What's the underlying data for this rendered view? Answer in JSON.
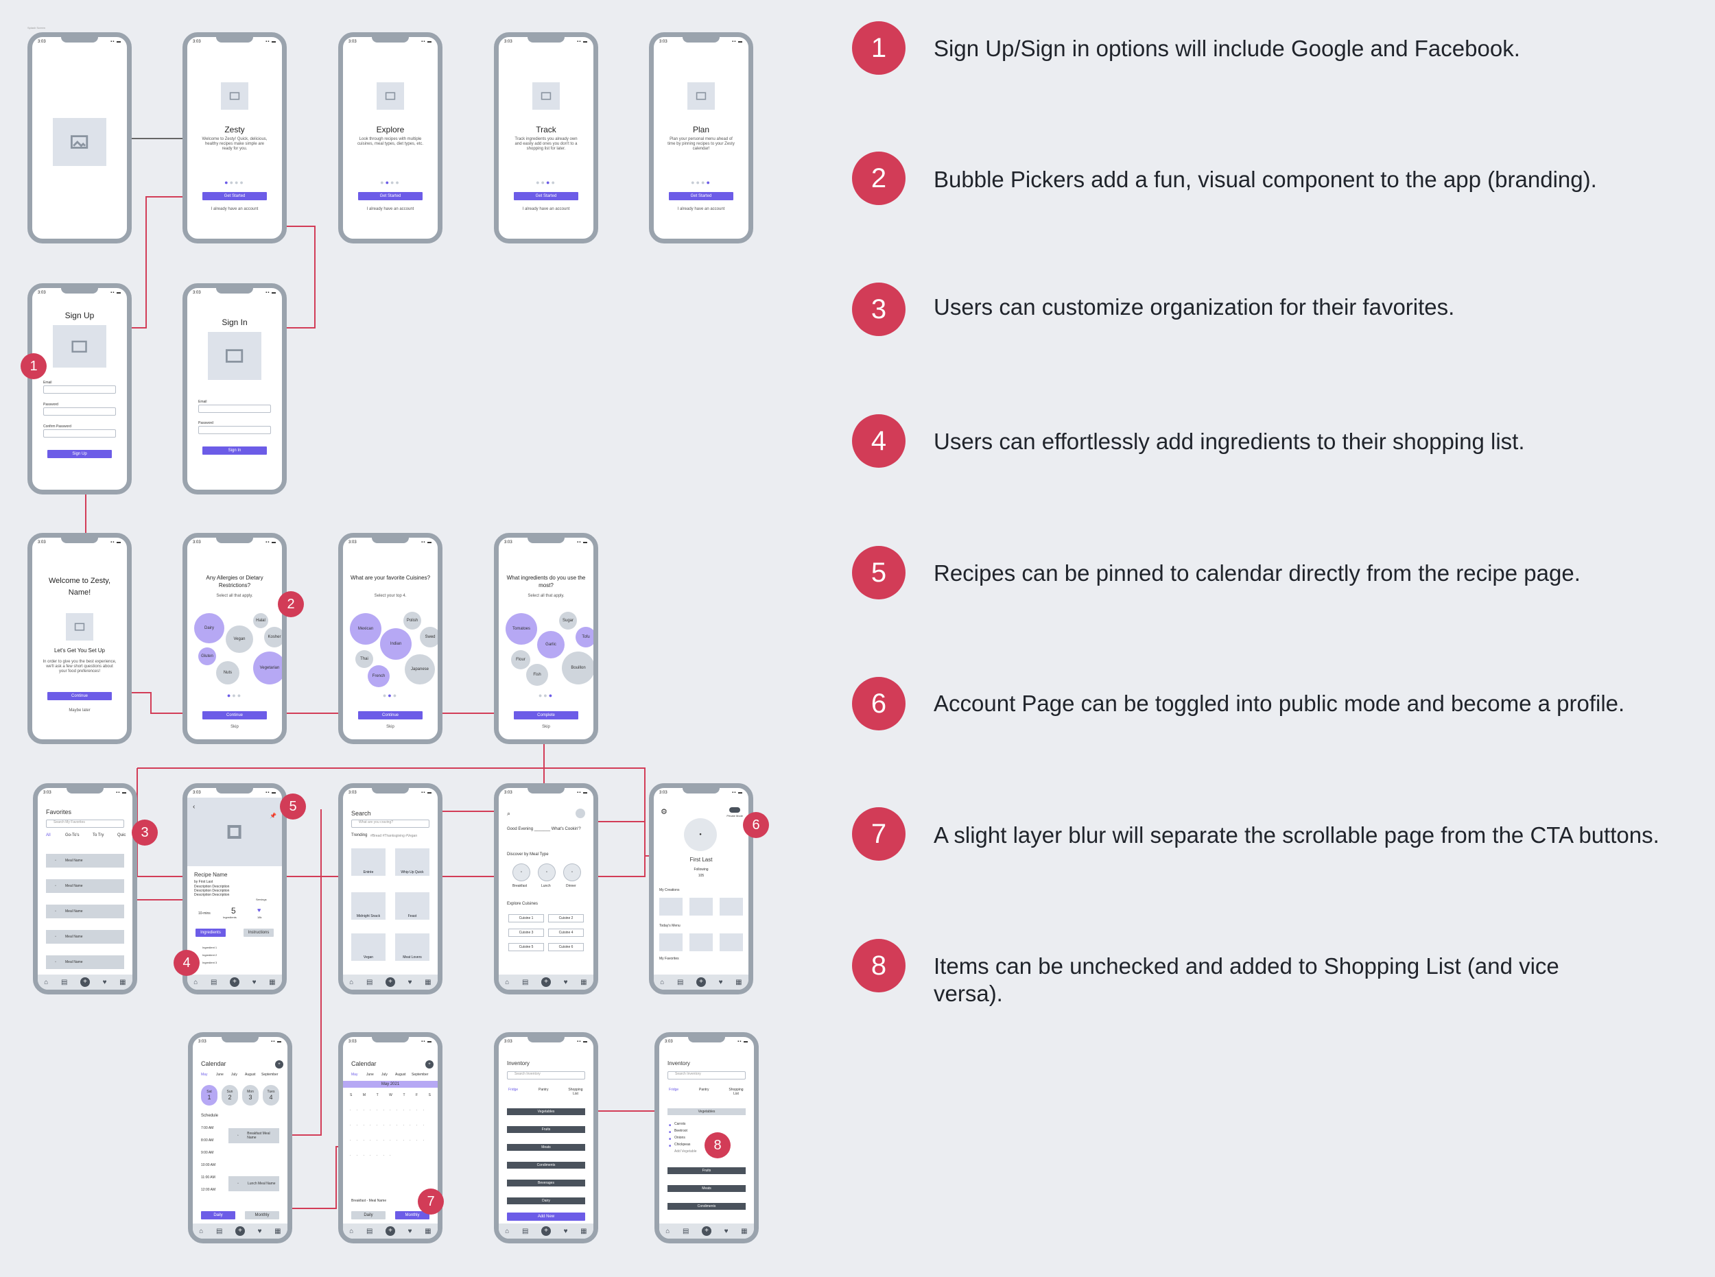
{
  "icons": {
    "image": "image-placeholder-icon",
    "home": "home-icon",
    "heart": "heart-icon",
    "calendar": "calendar-icon",
    "list": "list-icon",
    "search": "search-icon",
    "mic": "microphone-icon",
    "gear": "gear-icon",
    "pin": "pin-icon",
    "back": "back-arrow-icon"
  },
  "colors": {
    "accent": "#6c5ce7",
    "badge": "#d23c57",
    "frame": "#9aa3ad",
    "background": "#ebedf1"
  },
  "status": {
    "time": "3:03",
    "icons": "▪▪ ▬"
  },
  "onboarding": {
    "zesty": {
      "title": "Zesty",
      "text": "Welcome to Zesty! Quick, delicious, healthy recipes make simple are ready for you."
    },
    "explore": {
      "title": "Explore",
      "text": "Look through recipes with multiple cuisines, meal types, diet types, etc."
    },
    "track": {
      "title": "Track",
      "text": "Track ingredients you already own and easily add ones you don't to a shopping list for later."
    },
    "plan": {
      "title": "Plan",
      "text": "Plan your personal menu ahead of time by pinning recipes to your Zesty calendar!"
    },
    "get_started": "Get Started",
    "have_account": "I already have an account"
  },
  "signup": {
    "title": "Sign Up",
    "email": "Email",
    "password": "Password",
    "confirm": "Confirm Password",
    "button": "Sign Up"
  },
  "signin": {
    "title": "Sign In",
    "email": "Email",
    "password": "Password",
    "button": "Sign In"
  },
  "welcome": {
    "title": "Welcome to Zesty, Name!",
    "subtitle": "Let's Get You Set Up",
    "text": "In order to give you the best experience, we'll ask a few short questions about your food preferences!",
    "button": "Continue",
    "later": "Maybe later"
  },
  "profile2": {
    "question": "Any Allergies or Dietary Restrictions?",
    "hint": "Select all that apply.",
    "bubbles": [
      "Dairy",
      "Vegan",
      "Gluten",
      "Nuts",
      "Vegetarian",
      "Halal",
      "Kosher"
    ],
    "button": "Continue",
    "skip": "Skip"
  },
  "profile3": {
    "question": "What are your favorite Cuisines?",
    "hint": "Select your top 4.",
    "bubbles": [
      "Mexican",
      "Indian",
      "Thai",
      "French",
      "Japanese",
      "Polish",
      "Swed"
    ],
    "button": "Continue",
    "skip": "Skip"
  },
  "profile4": {
    "question": "What ingredients do you use the most?",
    "hint": "Select all that apply.",
    "bubbles": [
      "Tomatoes",
      "Garlic",
      "Flour",
      "Fish",
      "Bouillon",
      "Sugar",
      "Tofu"
    ],
    "button": "Complete",
    "skip": "Skip"
  },
  "favorites": {
    "title": "Favorites",
    "search": "Search My Favorites",
    "tabs": [
      "All",
      "Go-To's",
      "To Try",
      "Quic"
    ],
    "meals": [
      "Meal Name",
      "Meal Name",
      "Meal Name",
      "Meal Name",
      "Meal Name"
    ]
  },
  "recipe": {
    "name": "Recipe Name",
    "author": "by First Last",
    "desc": "Description Description Description Description Description Description",
    "stats": [
      "10-mins",
      "5",
      "18k"
    ],
    "stat_labels": [
      "",
      "Ingredients",
      ""
    ],
    "tabs": [
      "Ingredients",
      "Instructions"
    ],
    "ingredients": [
      "Ingredient 1",
      "Ingredient 2",
      "Ingredient 3"
    ],
    "servings": "Servings"
  },
  "search": {
    "title": "Search",
    "placeholder": "What are you craving?",
    "trending": "Trending",
    "tags": "#Bread #Thanksgiving #Vegan",
    "cards": [
      "Entrée",
      "Whip Up Quick",
      "Midnight Snack",
      "Feast",
      "Vegan",
      "Meat Lovers"
    ]
  },
  "home": {
    "greeting": "Good Evening _______ What's Cookin'?",
    "discover": "Discover by Meal Type",
    "meals": [
      "Breakfast",
      "Lunch",
      "Dinner"
    ],
    "explore": "Explore Cuisines",
    "cuisines": [
      "Cuisine 1",
      "Cuisine 2",
      "Cuisine 3",
      "Cuisine 4",
      "Cuisine 5",
      "Cuisine 6"
    ]
  },
  "account": {
    "toggle": "Private Mode",
    "name": "First Last",
    "following_label": "Following",
    "following": "105",
    "creations": "My Creations",
    "menu": "Today's Menu",
    "more": "My Favorites"
  },
  "calendar": {
    "title": "Calendar",
    "months": [
      "May",
      "June",
      "July",
      "August",
      "September"
    ],
    "days": [
      {
        "d": "Sat",
        "n": "1"
      },
      {
        "d": "Sun",
        "n": "2"
      },
      {
        "d": "Mon",
        "n": "3"
      },
      {
        "d": "Tues",
        "n": "4"
      }
    ],
    "schedule": "Schedule",
    "times": [
      "7:00 AM",
      "8:00 AM",
      "9:00 AM",
      "10:00 AM",
      "11:00 AM",
      "12:00 AM"
    ],
    "events": [
      "Breakfast Meal Name",
      "Lunch Meal Name"
    ],
    "daily": "Daily",
    "monthly": "Monthly"
  },
  "calendar_month": {
    "title": "Calendar",
    "months": [
      "May",
      "June",
      "July",
      "August",
      "September"
    ],
    "banner": "May 2021",
    "weekdays": [
      "S",
      "M",
      "T",
      "W",
      "T",
      "F",
      "S"
    ],
    "meal": "Breakfast - Meal Name",
    "daily": "Daily",
    "monthly": "Monthly"
  },
  "inventory": {
    "title": "Inventory",
    "search": "Search Inventory",
    "tabs": [
      "Fridge",
      "Pantry",
      "Shopping List"
    ],
    "cats": [
      "Vegetables",
      "Fruits",
      "Meats",
      "Condiments",
      "Beverages",
      "Dairy"
    ],
    "add": "Add New"
  },
  "inventory2": {
    "title": "Inventory",
    "search": "Search Inventory",
    "tabs": [
      "Fridge",
      "Pantry",
      "Shopping List"
    ],
    "cats": [
      "Vegetables",
      "Fruits",
      "Meats",
      "Condiments"
    ],
    "items": [
      "Carrots",
      "Beetroot",
      "Onions",
      "Chickpeas",
      "Add Vegetable"
    ]
  },
  "badges": [
    "1",
    "2",
    "3",
    "4",
    "5",
    "6",
    "7",
    "8"
  ],
  "notes": [
    {
      "n": "1",
      "text": "Sign Up/Sign in options will include Google and Facebook."
    },
    {
      "n": "2",
      "text": "Bubble Pickers add a fun, visual component to the app (branding)."
    },
    {
      "n": "3",
      "text": "Users can customize organization for their favorites."
    },
    {
      "n": "4",
      "text": "Users can effortlessly add ingredients to their shopping list."
    },
    {
      "n": "5",
      "text": "Recipes can be pinned to calendar directly from the recipe page."
    },
    {
      "n": "6",
      "text": "Account Page can be toggled into public mode and become a profile."
    },
    {
      "n": "7",
      "text": "A slight layer blur will separate the scrollable page from the CTA buttons."
    },
    {
      "n": "8",
      "text": "Items can be unchecked and added to Shopping List (and vice versa)."
    }
  ]
}
